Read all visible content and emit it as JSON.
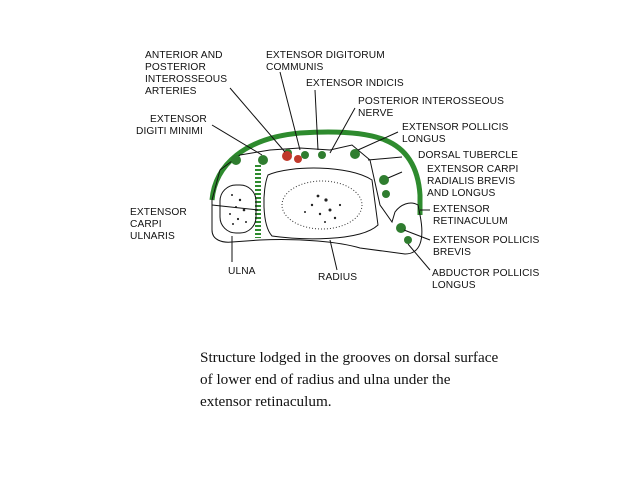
{
  "labels": {
    "anterior_posterior": [
      "ANTERIOR AND",
      "POSTERIOR",
      "INTEROSSEOUS",
      "ARTERIES"
    ],
    "ext_digitorum": [
      "EXTENSOR DIGITORUM",
      "COMMUNIS"
    ],
    "ext_indicis": [
      "EXTENSOR INDICIS"
    ],
    "post_nerve": [
      "POSTERIOR INTEROSSEOUS",
      "NERVE"
    ],
    "ext_digiti_minimi": [
      "EXTENSOR",
      "DIGITI MINIMI"
    ],
    "ext_pollicis_longus": [
      "EXTENSOR POLLICIS",
      "LONGUS"
    ],
    "dorsal_tubercle": [
      "DORSAL TUBERCLE"
    ],
    "ext_carpi_radialis": [
      "EXTENSOR CARPI",
      "RADIALIS BREVIS",
      "AND LONGUS"
    ],
    "ext_carpi_ulnaris": [
      "EXTENSOR",
      "CARPI",
      "ULNARIS"
    ],
    "ext_retinaculum": [
      "EXTENSOR",
      "RETINACULUM"
    ],
    "ext_pollicis_brevis": [
      "EXTENSOR POLLICIS",
      "BREVIS"
    ],
    "ulna": [
      "ULNA"
    ],
    "radius": [
      "RADIUS"
    ],
    "abductor_pollicis": [
      "ABDUCTOR POLLICIS",
      "LONGUS"
    ]
  },
  "caption": [
    "Structure lodged in the grooves on dorsal surface",
    "of lower end of radius and ulna under the",
    "extensor retinaculum."
  ],
  "colors": {
    "retinaculum_green": "#2e8b2e",
    "artery_red": "#c0392b",
    "tendon_fill": "#2f7d2f"
  }
}
